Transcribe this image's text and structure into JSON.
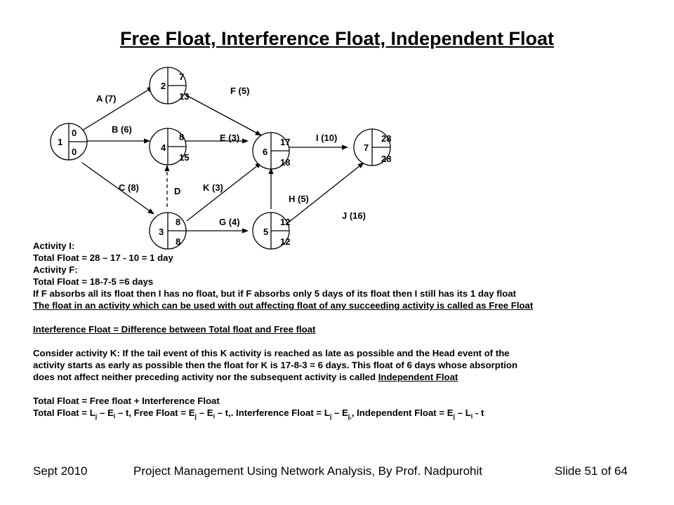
{
  "title": "Free Float, Interference Float, Independent Float",
  "network": {
    "nodes": [
      {
        "id": "1",
        "early": "0",
        "late": "0"
      },
      {
        "id": "2",
        "early": "7",
        "late": "13"
      },
      {
        "id": "4",
        "early": "8",
        "late": "15"
      },
      {
        "id": "3",
        "early": "8",
        "late": "8"
      },
      {
        "id": "6",
        "early": "17",
        "late": "18"
      },
      {
        "id": "5",
        "early": "12",
        "late": "12"
      },
      {
        "id": "7",
        "early": "28",
        "late": "28"
      }
    ],
    "activities": [
      {
        "label": "A (7)"
      },
      {
        "label": "B (6)"
      },
      {
        "label": "C (8)"
      },
      {
        "label": "D"
      },
      {
        "label": "F (5)"
      },
      {
        "label": "E (3)"
      },
      {
        "label": "K (3)"
      },
      {
        "label": "G (4)"
      },
      {
        "label": "H (5)"
      },
      {
        "label": "I (10)"
      },
      {
        "label": "J (16)"
      }
    ]
  },
  "text": {
    "l1": "Activity I:",
    "l2": "Total Float = 28 – 17 - 10 = 1 day",
    "l3": "Activity F:",
    "l4": "Total Float = 18-7-5 =6 days",
    "l5": "If F absorbs all its float then I has no float, but if F absorbs only 5 days of its float then I still has its 1 day float",
    "l6": "The float in an activity which can be used with out affecting float of any succeeding activity is called as Free Float",
    "l7": "Interference Float =  Difference between Total float and Free float",
    "l8": "Consider activity K: If the tail event of this K activity is reached as late as possible and the Head event of the",
    "l9": "activity starts as early as possible then the float for K is 17-8-3 = 6 days. This float of 6 days whose absorption",
    "l10a": "does not affect neither preceding activity nor the subsequent activity is called ",
    "l10b": "Independent Float",
    "l11": "Total Float = Free float + Interference Float",
    "l12": {
      "p1": "Total Float = L",
      "s1": "j",
      "p2": " – E",
      "s2": "i",
      "p3": " – t,  Free Float = E",
      "s3": "j",
      "p4": " – E",
      "s4": "i",
      "p5": " – t,. Interference Float = L",
      "s5": "j",
      "p6": " – E",
      "s6": "j,",
      "p7": ",  Independent Float = E",
      "s7": "j",
      "p8": " – L",
      "s8": "i",
      "p9": " - t"
    }
  },
  "footer": {
    "date": "Sept 2010",
    "course": "Project Management Using Network Analysis, By Prof. Nadpurohit",
    "slide": "Slide 51 of 64"
  }
}
